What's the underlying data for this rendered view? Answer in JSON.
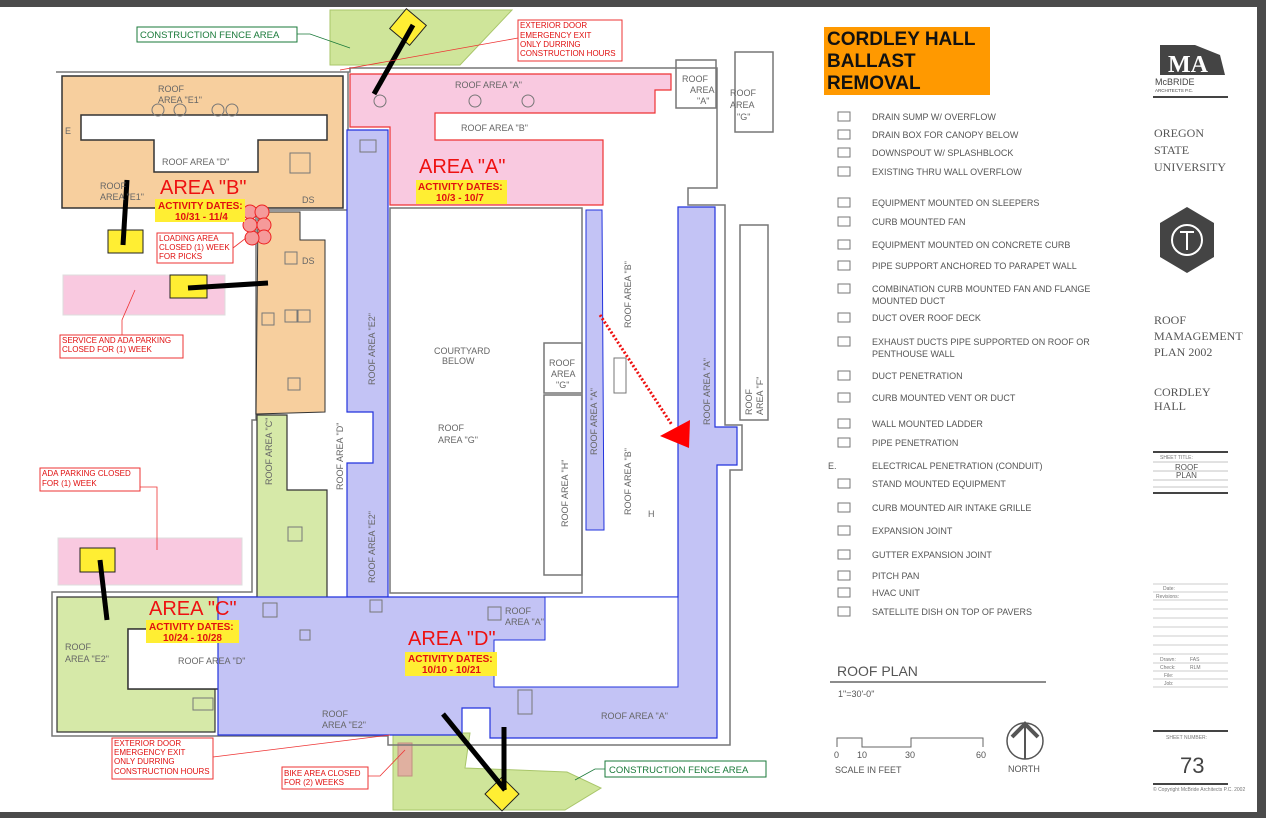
{
  "title_box": {
    "lines": [
      "CORDLEY HALL",
      "BALLAST",
      "REMOVAL"
    ],
    "color": "#ff9900"
  },
  "areas": [
    {
      "name": "AREA \"A\"",
      "activity_label": "ACTIVITY DATES:",
      "dates": "10/3 - 10/7",
      "color": "#f9c9e0"
    },
    {
      "name": "AREA \"B\"",
      "activity_label": "ACTIVITY DATES:",
      "dates": "10/31 - 11/4",
      "color": "#f7cf9e"
    },
    {
      "name": "AREA \"C\"",
      "activity_label": "ACTIVITY DATES:",
      "dates": "10/24 - 10/28",
      "color": "#d6e9a8"
    },
    {
      "name": "AREA \"D\"",
      "activity_label": "ACTIVITY DATES:",
      "dates": "10/10 - 10/21",
      "color": "#c3c3f5"
    }
  ],
  "roof_labels": {
    "e1_top": [
      "ROOF",
      "AREA \"E1\""
    ],
    "e1_bottom": [
      "ROOF",
      "AREA \"E1\""
    ],
    "d_top": "ROOF AREA \"D\"",
    "a_top": "ROOF AREA \"A\"",
    "b_top": "ROOF AREA \"B\"",
    "a_small": [
      "ROOF",
      "AREA",
      "\"A\""
    ],
    "g_top": [
      "ROOF",
      "AREA",
      "\"G\""
    ],
    "courtyard": [
      "COURTYARD",
      "BELOW"
    ],
    "g_mid": [
      "ROOF",
      "AREA \"G\""
    ],
    "g_small": [
      "ROOF",
      "AREA",
      "\"G\""
    ],
    "e2_upper": "ROOF AREA \"E2\"",
    "e2_lower": "ROOF AREA \"E2\"",
    "d_vertical": "ROOF AREA \"D\"",
    "c_vertical": "ROOF AREA \"C\"",
    "b_upper": "ROOF AREA \"B\"",
    "b_lower": "ROOF AREA \"B\"",
    "a_thin": "ROOF AREA \"A\"",
    "a_right": "ROOF AREA \"A\"",
    "h": "ROOF AREA \"H\"",
    "f": [
      "ROOF",
      "AREA \"F\""
    ],
    "e2_left": [
      "ROOF",
      "AREA \"E2\""
    ],
    "d_bottom": "ROOF AREA \"D\"",
    "e2_bottom": [
      "ROOF",
      "AREA \"E2\""
    ],
    "a_bottom_small": [
      "ROOF",
      "AREA \"A\""
    ],
    "a_bottom": "ROOF AREA \"A\"",
    "ds1": "DS",
    "ds2": "DS",
    "e": "E",
    "h_mark": "H"
  },
  "notes": {
    "fence_top": "CONSTRUCTION FENCE AREA",
    "fence_bottom": "CONSTRUCTION FENCE AREA",
    "exit_top": [
      "EXTERIOR DOOR",
      "EMERGENCY EXIT",
      "ONLY DURRING",
      "CONSTRUCTION HOURS"
    ],
    "exit_bottom": [
      "EXTERIOR DOOR",
      "EMERGENCY EXIT",
      "ONLY DURRING",
      "CONSTRUCTION HOURS"
    ],
    "loading": [
      "LOADING AREA",
      "CLOSED (1) WEEK",
      "FOR PICKS"
    ],
    "service_parking": [
      "SERVICE AND ADA PARKING",
      "CLOSED FOR (1) WEEK"
    ],
    "ada_parking": [
      "ADA PARKING CLOSED",
      "FOR (1) WEEK"
    ],
    "bike": [
      "BIKE AREA CLOSED",
      "FOR (2) WEEKS"
    ]
  },
  "legend": [
    {
      "icon": "drain-sump-icon",
      "label": "DRAIN SUMP W/ OVERFLOW"
    },
    {
      "icon": "drain-box-icon",
      "label": "DRAIN BOX FOR CANOPY BELOW"
    },
    {
      "icon": "downspout-icon",
      "label": "DOWNSPOUT W/ SPLASHBLOCK"
    },
    {
      "icon": "thru-wall-overflow-icon",
      "label": "EXISTING THRU WALL OVERFLOW"
    },
    {
      "icon": "sleepers-icon",
      "label": "EQUIPMENT MOUNTED ON SLEEPERS"
    },
    {
      "icon": "curb-fan-icon",
      "label": "CURB MOUNTED FAN"
    },
    {
      "icon": "concrete-curb-icon",
      "label": "EQUIPMENT MOUNTED  ON CONCRETE CURB"
    },
    {
      "icon": "pipe-support-icon",
      "label": "PIPE SUPPORT ANCHORED TO  PARAPET WALL"
    },
    {
      "icon": "fan-duct-icon",
      "label": "COMBINATION CURB MOUNTED FAN AND FLANGE",
      "label2": "MOUNTED DUCT"
    },
    {
      "icon": "duct-icon",
      "label": "DUCT OVER ROOF DECK"
    },
    {
      "icon": "exhaust-duct-icon",
      "label": "EXHAUST DUCTS PIPE SUPPORTED ON ROOF OR",
      "label2": "PENTHOUSE WALL"
    },
    {
      "icon": "duct-penetration-icon",
      "label": "DUCT PENETRATION"
    },
    {
      "icon": "curb-vent-icon",
      "label": "CURB MOUNTED VENT OR DUCT"
    },
    {
      "icon": "ladder-icon",
      "label": "WALL MOUNTED LADDER"
    },
    {
      "icon": "pipe-penetration-icon",
      "label": "PIPE PENETRATION"
    },
    {
      "icon": "electrical-icon",
      "label": "ELECTRICAL PENETRATION (CONDUIT)",
      "glyph": "E."
    },
    {
      "icon": "stand-equipment-icon",
      "label": "STAND MOUNTED EQUIPMENT"
    },
    {
      "icon": "air-intake-icon",
      "label": "CURB MOUNTED AIR INTAKE GRILLE"
    },
    {
      "icon": "expansion-joint-icon",
      "label": "EXPANSION JOINT"
    },
    {
      "icon": "gutter-joint-icon",
      "label": "GUTTER EXPANSION JOINT"
    },
    {
      "icon": "pitch-pan-icon",
      "label": "PITCH PAN"
    },
    {
      "icon": "hvac-icon",
      "label": "HVAC UNIT"
    },
    {
      "icon": "satellite-icon",
      "label": "SATELLITE DISH ON TOP OF PAVERS"
    }
  ],
  "plan": {
    "title": "ROOF PLAN",
    "scale": "1\"=30'-0\"",
    "scale_ticks": [
      "0",
      "10",
      "30",
      "60"
    ],
    "scale_label": "SCALE IN FEET",
    "north": "NORTH"
  },
  "title_block": {
    "firm": "McBRIDE",
    "firm_sub": "ARCHITECTS P.C.",
    "logo_letters": "MA",
    "client": [
      "OREGON",
      "STATE",
      "UNIVERSITY"
    ],
    "project": [
      "ROOF",
      "MAMAGEMENT",
      "PLAN 2002"
    ],
    "building": [
      "CORDLEY",
      "HALL"
    ],
    "sheet_title_label": "SHEET TITLE:",
    "sheet_title": [
      "ROOF",
      "PLAN"
    ],
    "fields": {
      "date": "Date:",
      "revisions": "Revisions:",
      "drawn": "Drawn:",
      "drawn_val": "FAS",
      "check": "Check:",
      "check_val": "RLM",
      "file": "File:",
      "job": "Job:"
    },
    "sheet_number_label": "SHEET NUMBER:",
    "sheet_number": "73",
    "copyright": "© Copyright McBride Architects P.C. 2002"
  }
}
